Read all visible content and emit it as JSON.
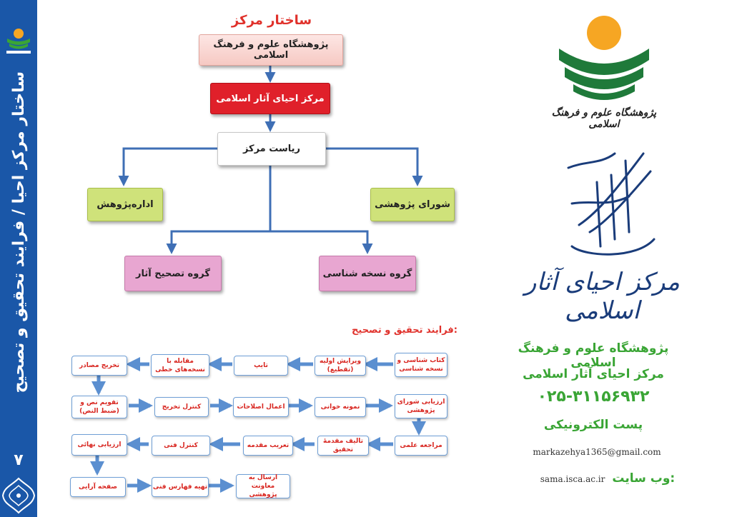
{
  "sidebar": {
    "title": "ساختار مرکز احیا / فرایند تحقیق و تصحیح",
    "page_number": "۷"
  },
  "org_chart": {
    "title": "ساختار مرکز",
    "nodes": {
      "institute": "پژوهشگاه علوم و فرهنگ اسلامی",
      "center": "مرکز احیای آثار اسلامی",
      "presidency": "ریاست مرکز",
      "research_admin": "اداره‌پژوهش",
      "research_council": "شورای پژوهشی",
      "correction_group": "گروه تصحیح آثار",
      "codicology_group": "گروه نسخه شناسی"
    }
  },
  "process": {
    "title": "فرایند تحقیق و تصحیح:",
    "steps": {
      "s1": "کتاب شناسی و نسخه شناسی",
      "s2": "ویرایش اولیه (تقطیع)",
      "s3": "تایپ",
      "s4": "مقابله با نسخه‌های خطی",
      "s5": "تخریج مصادر",
      "s6": "تقویم نص و (ضبط النص)",
      "s7": "کنترل تخریج",
      "s8": "اعمال اصلاحات",
      "s9": "نمونه خوانی",
      "s10": "ارزیابی شورای پژوهشی",
      "s11": "مراجعه علمی",
      "s12": "تالیف مقدمهٔ تحقیق",
      "s13": "تعریب مقدمه",
      "s14": "کنترل فنی",
      "s15": "ارزیابی نهائی",
      "s16": "صفحه آرایی",
      "s17": "تهیه فهارس فنی",
      "s18": "ارسال به معاونت پژوهشی"
    }
  },
  "right_panel": {
    "logo_caption": "پژوهشگاه علوم و فرهنگ اسلامی",
    "brand_text": "مرکز احیای آثار اسلامی",
    "org_name": "پژوهشگاه علوم و فرهنگ اسلامی",
    "center_name": "مرکز احیای آثار اسلامی",
    "phone": "۰۲۵-۳۱۱۵۶۹۳۲",
    "email_label": "پست الکترونیکی",
    "email": "markazehya1365@gmail.com",
    "website_label": "وب سایت:",
    "website": "sama.isca.ac.ir"
  },
  "colors": {
    "sidebar": "#1a57a8",
    "title_red": "#e0312b",
    "green_text": "#3aa535",
    "arrow_blue": "#3f6fb5"
  }
}
